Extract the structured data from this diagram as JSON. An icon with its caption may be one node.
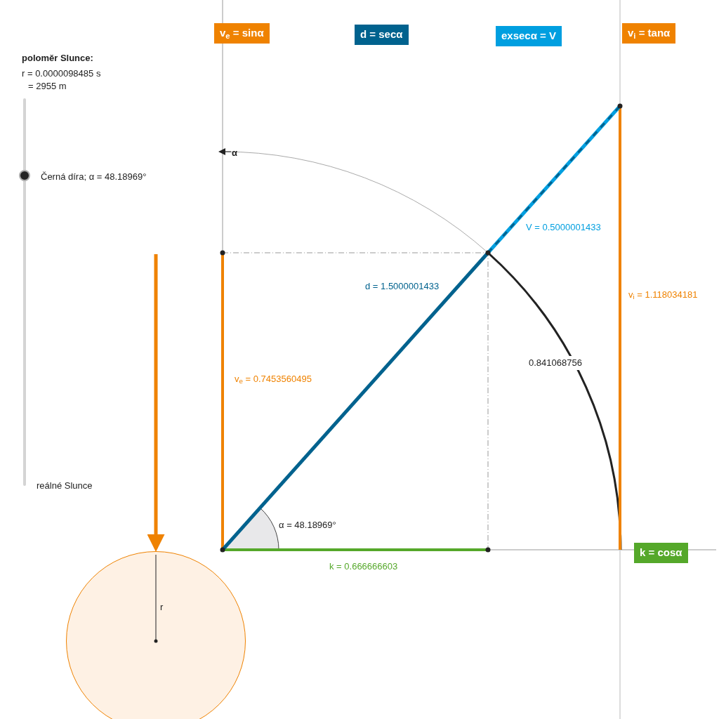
{
  "diagram": {
    "nodes": [
      {
        "text": [
          "v$_{e}$ = sinα"
        ]
      },
      {
        "text": [
          "d = secα"
        ]
      },
      {
        "text": [
          "exsecα = V"
        ]
      },
      {
        "text": [
          "v$_{i}$ = tanα"
        ]
      },
      {
        "text": [
          "k = cosα"
        ]
      },
      {
        "text": [],
        "shape": "circle"
      }
    ],
    "edges": [
      {
        "from": null,
        "to": 5,
        "arrow": "to"
      }
    ],
    "labels": [
      "poloměr Slunce:",
      "r = 0.0000098485 s",
      "= 2955 m",
      "Černá díra; α = 48.18969°",
      "α",
      "V = 0.5000001433",
      "d = 1.5000001433",
      "v$_{i}$ = 1.118034181",
      "v$_{e}$ = 0.7453560495",
      "0.841068756",
      "α = 48.18969°",
      "reálné Slunce",
      "k = 0.666666603",
      "r"
    ]
  }
}
